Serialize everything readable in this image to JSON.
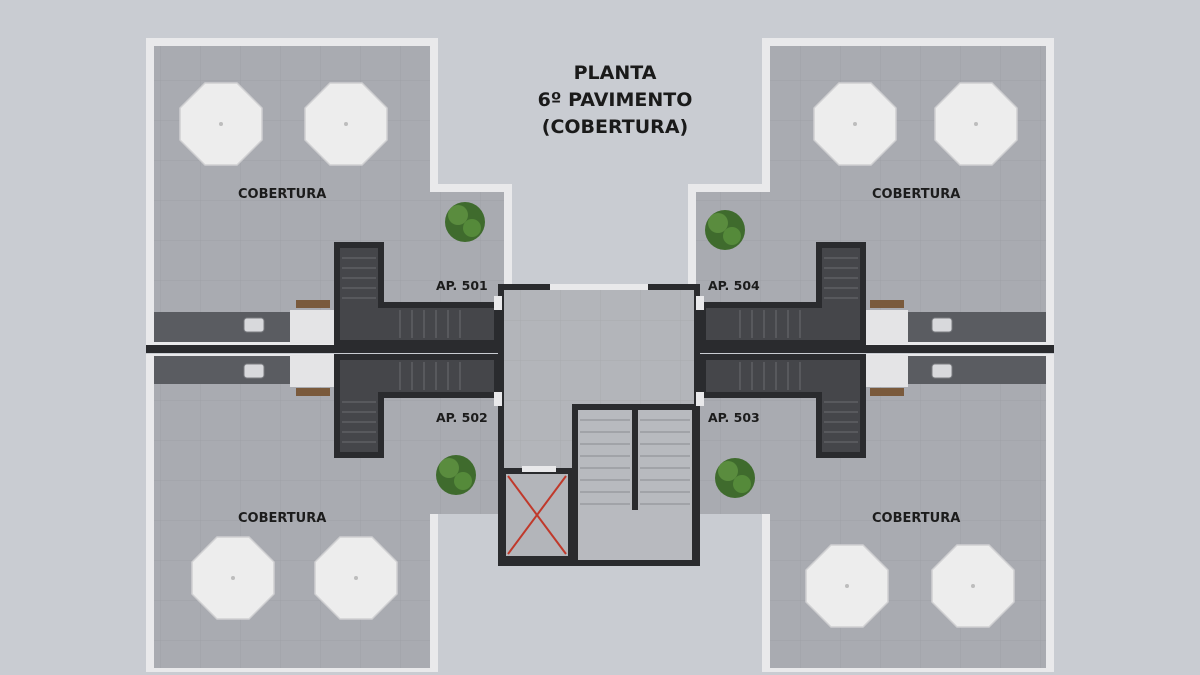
{
  "title": {
    "line1": "PLANTA",
    "line2": "6º PAVIMENTO",
    "line3": "(COBERTURA)"
  },
  "rooftops": {
    "top_left": "COBERTURA",
    "top_right": "COBERTURA",
    "bottom_left": "COBERTURA",
    "bottom_right": "COBERTURA"
  },
  "apartments": {
    "ap501": "AP. 501",
    "ap502": "AP. 502",
    "ap503": "AP. 503",
    "ap504": "AP. 504"
  },
  "colors": {
    "background": "#c9ccd2",
    "wall": "#e9e9eb",
    "floor": "#a9abb1",
    "grid_line": "#9ea0a6",
    "core_floor": "#b5b7bc",
    "stair_dark": "#3e3f43",
    "corridor": "#5a5c61",
    "plant": "#4a7a36",
    "umbrella": "#ededed",
    "elevator_cross": "#c0392b"
  },
  "icons": [
    "umbrella-icon",
    "plant-icon",
    "sink-icon",
    "stair-icon",
    "elevator-x-icon"
  ]
}
